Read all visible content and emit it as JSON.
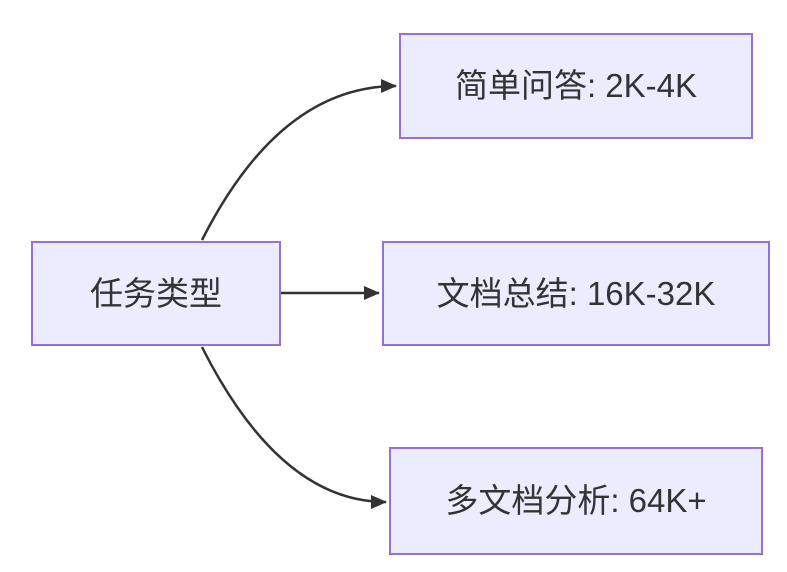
{
  "diagram": {
    "type": "flowchart",
    "direction": "left-to-right",
    "colors": {
      "background": "#ffffff",
      "node_fill": "#ECECFF",
      "node_border": "#9370DB",
      "node_text": "#333333",
      "edge_stroke": "#333333"
    },
    "root": {
      "id": "task-type",
      "label": "任务类型"
    },
    "branches": [
      {
        "id": "simple-qa",
        "label": "简单问答: 2K-4K"
      },
      {
        "id": "doc-summary",
        "label": "文档总结: 16K-32K"
      },
      {
        "id": "multi-doc",
        "label": "多文档分析: 64K+"
      }
    ],
    "edges": [
      {
        "from": "task-type",
        "to": "simple-qa"
      },
      {
        "from": "task-type",
        "to": "doc-summary"
      },
      {
        "from": "task-type",
        "to": "multi-doc"
      }
    ]
  }
}
